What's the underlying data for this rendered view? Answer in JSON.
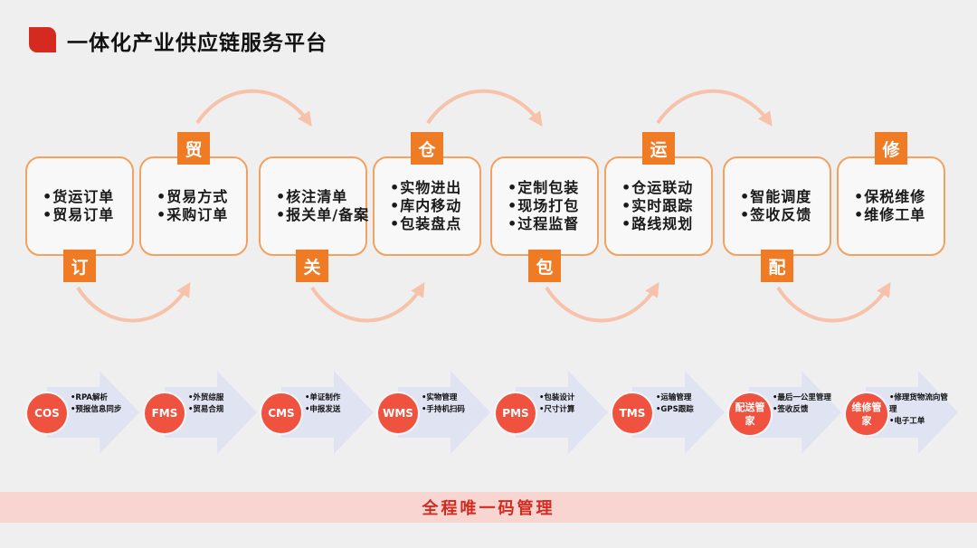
{
  "title": "一体化产业供应链服务平台",
  "colors": {
    "accent": "#ef7b25",
    "title_mark": "#d42a20",
    "circle": "#ef5340",
    "arc": "#f7c2aa",
    "chevron": "#dfe3f2",
    "bar": "#f9d5d2"
  },
  "cards": [
    {
      "lines": [
        "•货运订单",
        "•贸易订单"
      ],
      "badge": "订"
    },
    {
      "lines": [
        "•贸易方式",
        "•采购订单"
      ],
      "badge": "贸"
    },
    {
      "lines": [
        "•核注清单",
        "•报关单/备案"
      ],
      "badge": "关"
    },
    {
      "lines": [
        "•实物进出",
        "•库内移动",
        "•包装盘点"
      ],
      "badge": "仓"
    },
    {
      "lines": [
        "•定制包装",
        "•现场打包",
        "•过程监督"
      ],
      "badge": "包"
    },
    {
      "lines": [
        "•仓运联动",
        "•实时跟踪",
        "•路线规划"
      ],
      "badge": "运"
    },
    {
      "lines": [
        "•智能调度",
        "•签收反馈"
      ],
      "badge": "配"
    },
    {
      "lines": [
        "•保税维修",
        "•维修工单"
      ],
      "badge": "修"
    }
  ],
  "systems": [
    {
      "name": "COS",
      "items": [
        "•RPA解析",
        "•预报信息同步"
      ]
    },
    {
      "name": "FMS",
      "items": [
        "•外贸综服",
        "•贸易合规"
      ]
    },
    {
      "name": "CMS",
      "items": [
        "•单证制作",
        "•申报发送"
      ]
    },
    {
      "name": "WMS",
      "items": [
        "•实物管理",
        "•手持机扫码"
      ]
    },
    {
      "name": "PMS",
      "items": [
        "•包装设计",
        "•尺寸计算"
      ]
    },
    {
      "name": "TMS",
      "items": [
        "•运输管理",
        "•GPS跟踪"
      ]
    },
    {
      "name": "配送管家",
      "items": [
        "•最后一公里管理",
        "•签收反馈"
      ]
    },
    {
      "name": "维修管家",
      "items": [
        "•修理货物流向管理",
        "•电子工单"
      ]
    }
  ],
  "bottom_bar": "全程唯一码管理"
}
